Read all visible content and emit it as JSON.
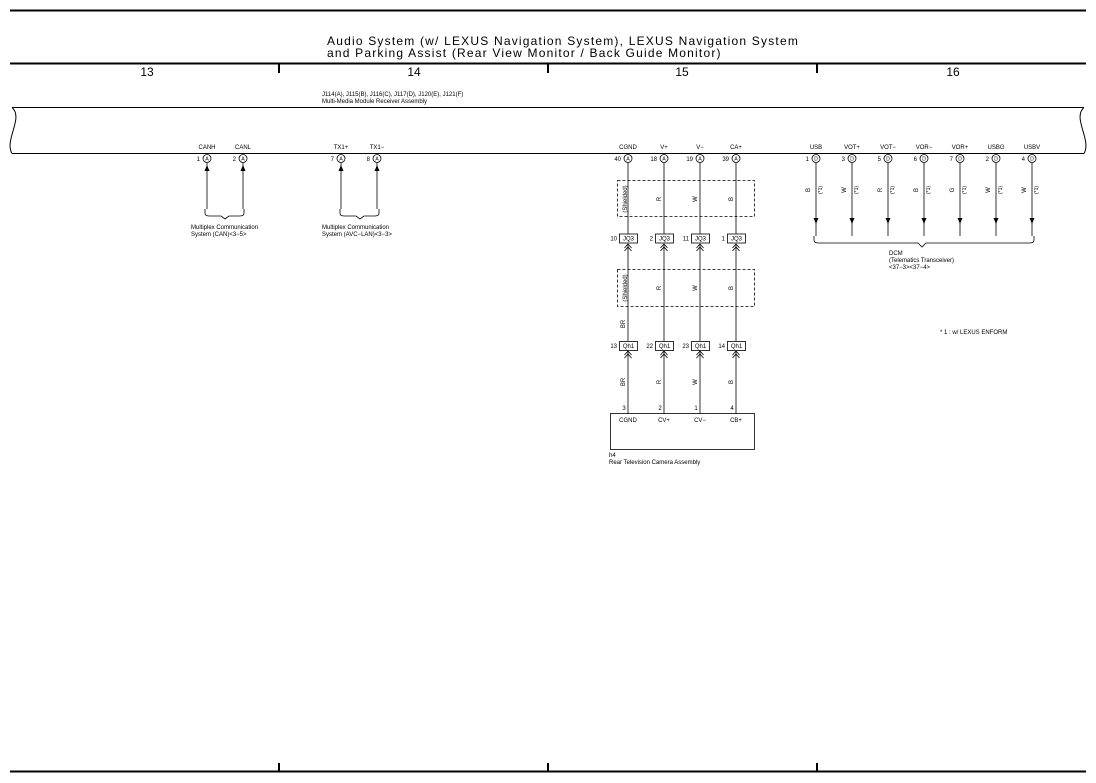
{
  "header": {
    "title_line1": "Audio System (w/ LEXUS Navigation System),  LEXUS Navigation System",
    "title_line2": "and Parking Assist (Rear View Monitor / Back Guide Monitor)",
    "columns": [
      "13",
      "14",
      "15",
      "16"
    ]
  },
  "module": {
    "connectors": "J114(A), J115(B), J116(C), J117(D), J120(E), J121(F)",
    "name": "Multi-Media Module Receiver Assembly",
    "pins": [
      {
        "label": "CANH",
        "num": "1",
        "conn": "A"
      },
      {
        "label": "CANL",
        "num": "2",
        "conn": "A"
      },
      {
        "label": "TX1+",
        "num": "7",
        "conn": "A"
      },
      {
        "label": "TX1−",
        "num": "8",
        "conn": "A"
      },
      {
        "label": "CGND",
        "num": "40",
        "conn": "A"
      },
      {
        "label": "V+",
        "num": "18",
        "conn": "A"
      },
      {
        "label": "V−",
        "num": "19",
        "conn": "A"
      },
      {
        "label": "CA+",
        "num": "39",
        "conn": "A"
      },
      {
        "label": "USB",
        "num": "1",
        "conn": "D"
      },
      {
        "label": "VOT+",
        "num": "3",
        "conn": "D"
      },
      {
        "label": "VOT−",
        "num": "5",
        "conn": "D"
      },
      {
        "label": "VOR−",
        "num": "6",
        "conn": "D"
      },
      {
        "label": "VOR+",
        "num": "7",
        "conn": "D"
      },
      {
        "label": "USBG",
        "num": "2",
        "conn": "D"
      },
      {
        "label": "USBV",
        "num": "4",
        "conn": "D"
      }
    ]
  },
  "references": {
    "can_line1": "Multiplex Communication",
    "can_line2": "System (CAN)<3−5>",
    "avc_line1": "Multiplex Communication",
    "avc_line2": "System (AVC−LAN)<3−3>"
  },
  "shielded": {
    "label": "(Shielded)",
    "wire_colors_a": [
      "R",
      "W",
      "B"
    ],
    "wire_colors_b": [
      "R",
      "W",
      "B"
    ]
  },
  "junction_jq3": {
    "id": "JQ3",
    "pins": [
      "10",
      "2",
      "11",
      "1"
    ]
  },
  "junction_qh1": {
    "id": "Qh1",
    "pins": [
      "13",
      "22",
      "23",
      "14"
    ]
  },
  "ground_wire_color": "BR",
  "lower_wire_colors": [
    "BR",
    "R",
    "W",
    "B"
  ],
  "camera": {
    "pin_nums": [
      "3",
      "2",
      "1",
      "4"
    ],
    "pin_labels": [
      "CGND",
      "CV+",
      "CV−",
      "CB+"
    ],
    "connector": "h4",
    "name": "Rear Television Camera Assembly"
  },
  "dcm": {
    "wire_colors": [
      "B",
      "W",
      "R",
      "B",
      "G",
      "W",
      "W"
    ],
    "note_mark": "*1",
    "name": "DCM",
    "desc": "(Telematics Transceiver)",
    "refs": "<37−3><37−4>"
  },
  "legend_note": "* 1 : w/ LEXUS ENFORM"
}
